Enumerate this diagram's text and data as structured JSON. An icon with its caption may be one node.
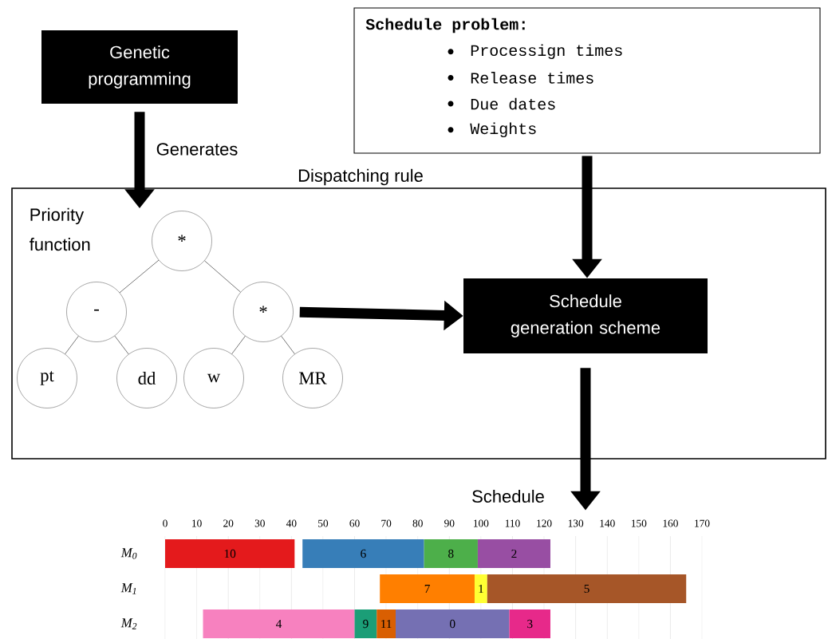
{
  "diagram": {
    "nodes": [
      {
        "text": [
          "Genetic programming"
        ]
      },
      {
        "text": [
          "Schedule problem:",
          "Processign times",
          "Release times",
          "Due dates",
          "Weights"
        ]
      },
      {
        "text": [
          "Dispatching rule"
        ]
      },
      {
        "text": [
          "*"
        ],
        "in": 2
      },
      {
        "text": [
          "-"
        ],
        "in": 2
      },
      {
        "text": [
          "*"
        ],
        "in": 2
      },
      {
        "text": [
          "pt"
        ],
        "in": 2
      },
      {
        "text": [
          "dd"
        ],
        "in": 2
      },
      {
        "text": [
          "w"
        ],
        "in": 2
      },
      {
        "text": [
          "MR"
        ],
        "in": 2
      },
      {
        "text": [
          "Schedule generation scheme"
        ],
        "in": 2
      },
      {
        "text": [
          "Schedule"
        ]
      },
      {
        "text": [
          "10"
        ]
      },
      {
        "text": [
          "6"
        ]
      },
      {
        "text": [
          "8"
        ]
      },
      {
        "text": [
          "2"
        ]
      },
      {
        "text": [
          "7"
        ]
      },
      {
        "text": [
          "1"
        ]
      },
      {
        "text": [
          "5"
        ]
      },
      {
        "text": [
          "4"
        ]
      },
      {
        "text": [
          "9"
        ]
      },
      {
        "text": [
          "11"
        ]
      },
      {
        "text": [
          "0"
        ]
      },
      {
        "text": [
          "3"
        ]
      }
    ],
    "edges": [
      {
        "from": 0,
        "to": 2,
        "arrow": "to",
        "label": "Generates",
        "style": "thick",
        "color": "#000000"
      },
      {
        "from": 1,
        "to": 10,
        "arrow": "to",
        "style": "thick",
        "color": "#000000"
      },
      {
        "from": 5,
        "to": 10,
        "arrow": "to",
        "style": "thick",
        "color": "#000000"
      },
      {
        "from": 10,
        "to": 11,
        "arrow": "to",
        "style": "thick",
        "color": "#000000"
      },
      {
        "from": 3,
        "to": 4,
        "arrow": "none"
      },
      {
        "from": 3,
        "to": 5,
        "arrow": "none"
      },
      {
        "from": 4,
        "to": 6,
        "arrow": "none"
      },
      {
        "from": 4,
        "to": 7,
        "arrow": "none"
      },
      {
        "from": 5,
        "to": 8,
        "arrow": "none"
      },
      {
        "from": 5,
        "to": 9,
        "arrow": "none"
      }
    ],
    "labels": [
      "Priority function",
      "0",
      "10",
      "20",
      "30",
      "40",
      "50",
      "60",
      "70",
      "80",
      "90",
      "100",
      "110",
      "120",
      "130",
      "140",
      "150",
      "160",
      "170",
      "M$_{0}$",
      "M$_{1}$",
      "M$_{2}$"
    ]
  }
}
